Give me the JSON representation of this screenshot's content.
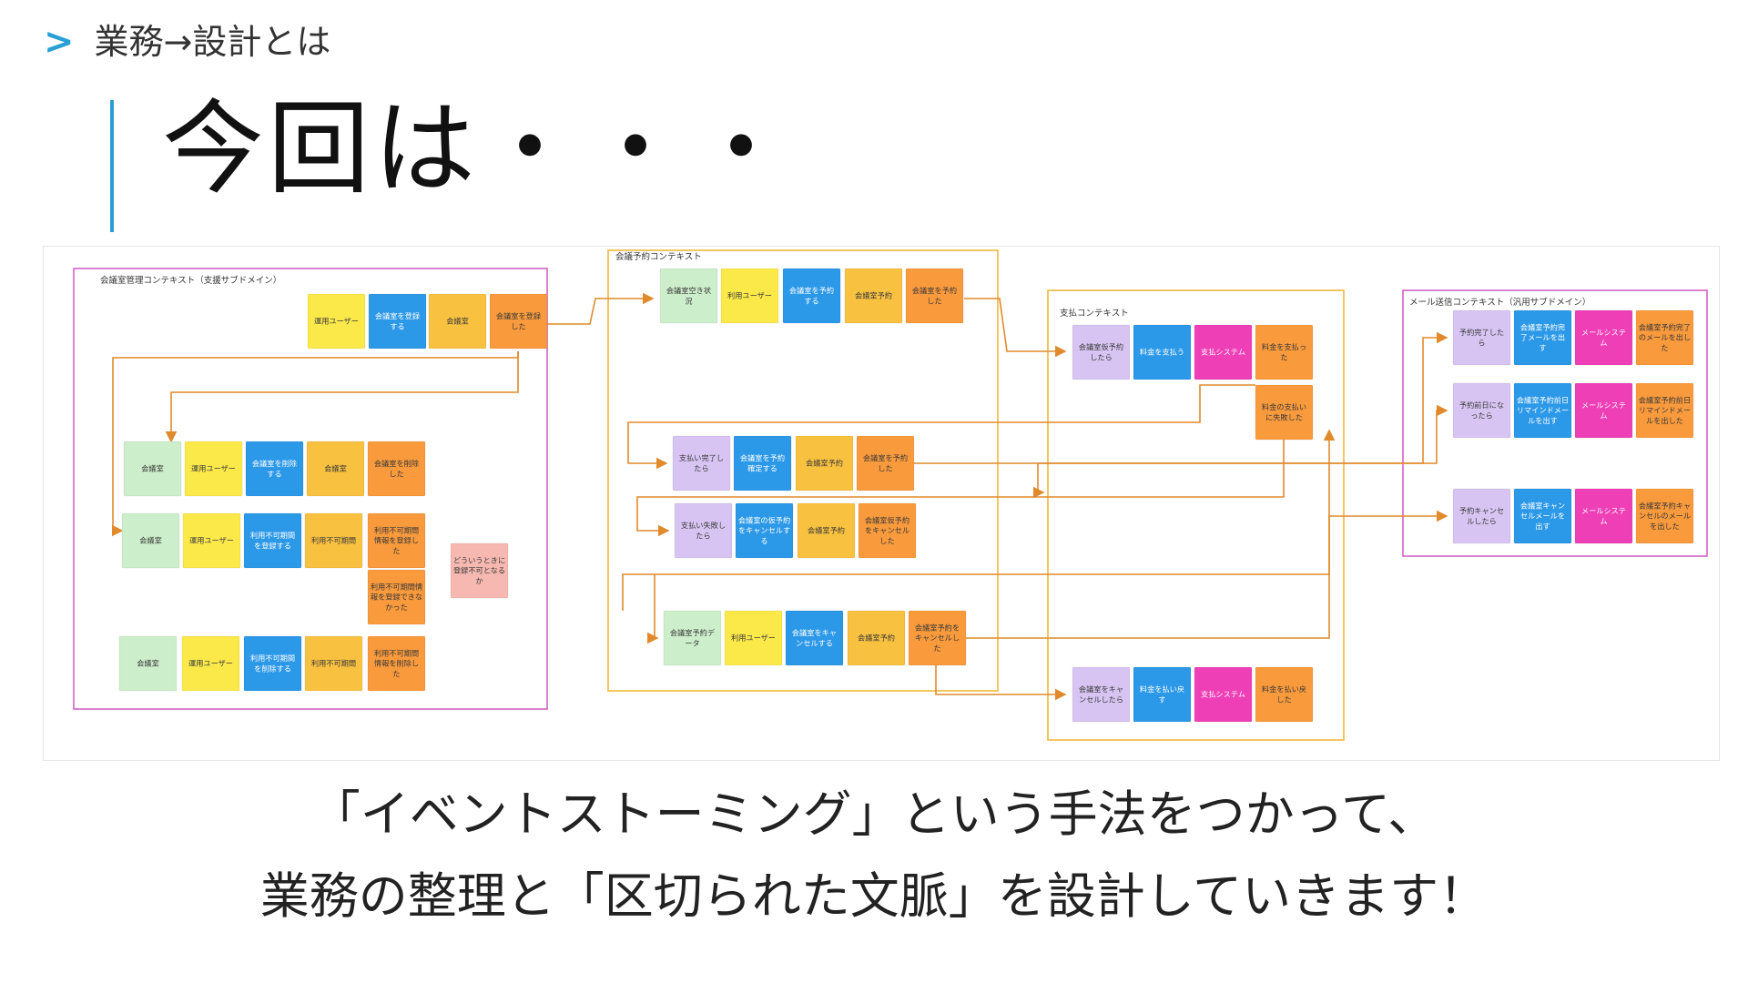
{
  "breadcrumb": {
    "text": "業務→設計とは"
  },
  "title": "今回は・・・",
  "caption": {
    "line1": "「イベントストーミング」という手法をつかって、",
    "line2": "業務の整理と「区切られた文脈」を設計していきます！"
  },
  "colors": {
    "accent": "#2a9fd6",
    "aggregate": "#cdeeca",
    "actor": "#fbe94a",
    "command": "#2c98e8",
    "aggregate_name": "#f9c140",
    "event": "#f99a3c",
    "policy": "#d7c4f2",
    "external_system": "#ee3fb6",
    "issue": "#f6b8b0",
    "context_admin": "#d262c5",
    "context_booking": "#f0b83a",
    "arrow": "#e08a2c"
  },
  "diagram": {
    "contexts": [
      {
        "title": "会議室管理コンテキスト（支援サブドメイン）"
      },
      {
        "title": "会議予約コンテキスト"
      },
      {
        "title": "支払コンテキスト"
      },
      {
        "title": "メール送信コンテキスト（汎用サブドメイン）"
      }
    ],
    "notes": [
      {
        "text": "運用ユーザー",
        "type": "actor"
      },
      {
        "text": "会議室を登録する",
        "type": "command"
      },
      {
        "text": "会議室",
        "type": "aggregate_name"
      },
      {
        "text": "会議室を登録した",
        "type": "event"
      },
      {
        "text": "会議室",
        "type": "aggregate"
      },
      {
        "text": "運用ユーザー",
        "type": "actor"
      },
      {
        "text": "会議室を削除する",
        "type": "command"
      },
      {
        "text": "会議室",
        "type": "aggregate_name"
      },
      {
        "text": "会議室を削除した",
        "type": "event"
      },
      {
        "text": "会議室",
        "type": "aggregate"
      },
      {
        "text": "運用ユーザー",
        "type": "actor"
      },
      {
        "text": "利用不可期間を登録する",
        "type": "command"
      },
      {
        "text": "利用不可期間",
        "type": "aggregate_name"
      },
      {
        "text": "利用不可期間情報を登録した",
        "type": "event"
      },
      {
        "text": "利用不可期間情報を登録できなかった",
        "type": "event"
      },
      {
        "text": "どういうときに登録不可となるか",
        "type": "issue"
      },
      {
        "text": "会議室",
        "type": "aggregate"
      },
      {
        "text": "運用ユーザー",
        "type": "actor"
      },
      {
        "text": "利用不可期間を削除する",
        "type": "command"
      },
      {
        "text": "利用不可期間",
        "type": "aggregate_name"
      },
      {
        "text": "利用不可期間情報を削除した",
        "type": "event"
      },
      {
        "text": "会議室空き状況",
        "type": "aggregate"
      },
      {
        "text": "利用ユーザー",
        "type": "actor"
      },
      {
        "text": "会議室を予約する",
        "type": "command"
      },
      {
        "text": "会議室予約",
        "type": "aggregate_name"
      },
      {
        "text": "会議室を予約した",
        "type": "event"
      },
      {
        "text": "支払い完了したら",
        "type": "policy"
      },
      {
        "text": "会議室を予約確定する",
        "type": "command"
      },
      {
        "text": "会議室予約",
        "type": "aggregate_name"
      },
      {
        "text": "会議室を予約した",
        "type": "event"
      },
      {
        "text": "支払い失敗したら",
        "type": "policy"
      },
      {
        "text": "会議室の仮予約をキャンセルする",
        "type": "command"
      },
      {
        "text": "会議室予約",
        "type": "aggregate_name"
      },
      {
        "text": "会議室仮予約をキャンセルした",
        "type": "event"
      },
      {
        "text": "会議室予約データ",
        "type": "aggregate"
      },
      {
        "text": "利用ユーザー",
        "type": "actor"
      },
      {
        "text": "会議室をキャンセルする",
        "type": "command"
      },
      {
        "text": "会議室予約",
        "type": "aggregate_name"
      },
      {
        "text": "会議室予約をキャンセルした",
        "type": "event"
      },
      {
        "text": "会議室仮予約したら",
        "type": "policy"
      },
      {
        "text": "料金を支払う",
        "type": "command"
      },
      {
        "text": "支払システム",
        "type": "external_system"
      },
      {
        "text": "料金を支払った",
        "type": "event"
      },
      {
        "text": "料金の支払いに失敗した",
        "type": "event"
      },
      {
        "text": "会議室をキャンセルしたら",
        "type": "policy"
      },
      {
        "text": "料金を払い戻す",
        "type": "command"
      },
      {
        "text": "支払システム",
        "type": "external_system"
      },
      {
        "text": "料金を払い戻した",
        "type": "event"
      },
      {
        "text": "予約完了したら",
        "type": "policy"
      },
      {
        "text": "会議室予約完了メールを出す",
        "type": "command"
      },
      {
        "text": "メールシステム",
        "type": "external_system"
      },
      {
        "text": "会議室予約完了のメールを出した",
        "type": "event"
      },
      {
        "text": "予約前日になったら",
        "type": "policy"
      },
      {
        "text": "会議室予約前日リマインドメールを出す",
        "type": "command"
      },
      {
        "text": "メールシステム",
        "type": "external_system"
      },
      {
        "text": "会議室予約前日リマインドメールを出した",
        "type": "event"
      },
      {
        "text": "予約キャンセルしたら",
        "type": "policy"
      },
      {
        "text": "会議室キャンセルメールを出す",
        "type": "command"
      },
      {
        "text": "メールシステム",
        "type": "external_system"
      },
      {
        "text": "会議室予約キャンセルのメールを出した",
        "type": "event"
      }
    ]
  }
}
